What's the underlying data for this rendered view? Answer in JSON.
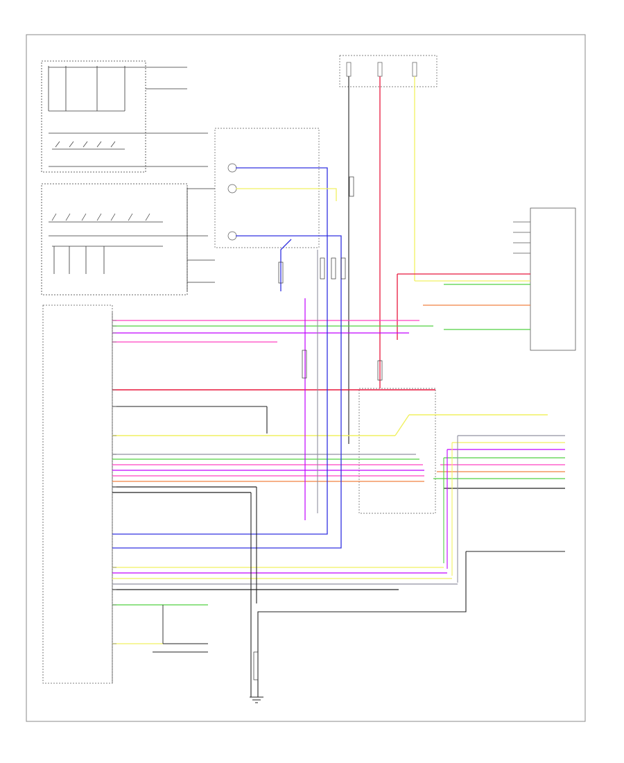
{
  "colors": {
    "wire_black": "#222222",
    "wire_red": "#e8163c",
    "wire_pink": "#ff40c0",
    "wire_green": "#50d040",
    "wire_yellow": "#f0f060",
    "wire_blue": "#3030e0",
    "wire_violet": "#c000ff",
    "wire_orange": "#f08040",
    "wire_gray": "#9090a0",
    "frame": "#888888"
  },
  "icons": [
    "ground-symbol",
    "connector-pin",
    "fuse-symbol",
    "switch-contact"
  ],
  "labels": {},
  "left_pins": [],
  "right_pins": []
}
